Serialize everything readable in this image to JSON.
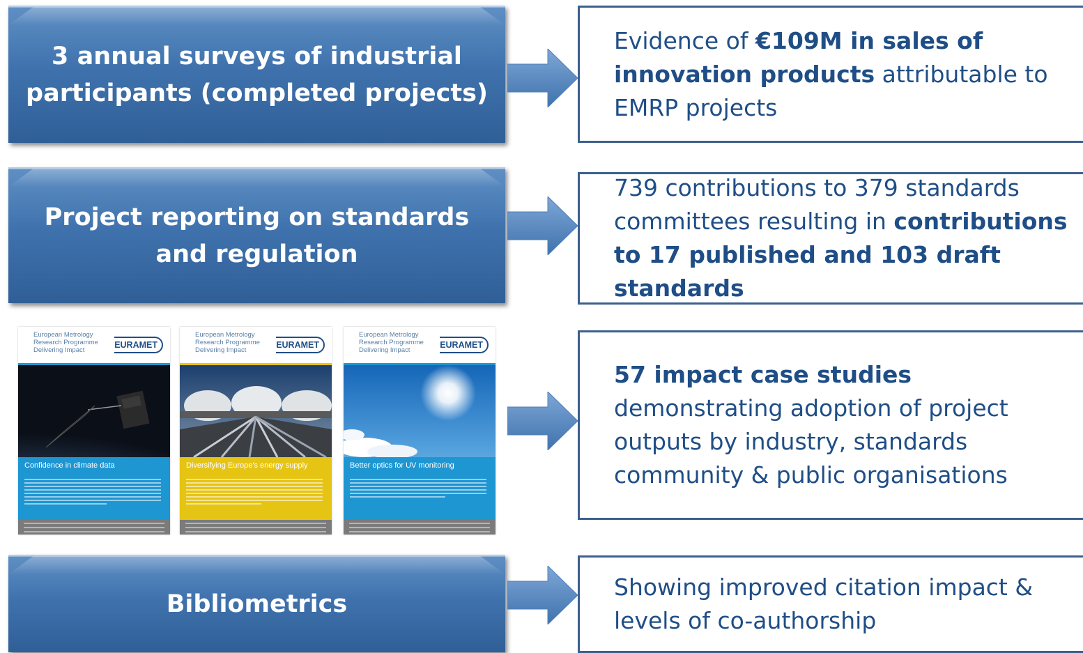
{
  "sources": [
    {
      "text": "3 annual surveys of industrial participants (completed projects)"
    },
    {
      "text": "Project reporting on standards and regulation"
    },
    {
      "text": "Bibliometrics"
    }
  ],
  "results": [
    {
      "parts": [
        "Evidence of ",
        "€109M in sales of innovation products",
        " attributable to EMRP projects"
      ]
    },
    {
      "parts": [
        "739 contributions to 379 standards committees resulting in ",
        "contributions to 17 published and 103 draft standards"
      ]
    },
    {
      "parts": [
        "57 impact case studies",
        " demonstrating adoption of project outputs by industry, standards community & public organisations"
      ]
    },
    {
      "parts": [
        "Showing improved citation impact & levels of co-authorship"
      ]
    }
  ],
  "brochures": [
    {
      "header1": "European Metrology",
      "header2": "Research Programme",
      "header3": "Delivering Impact",
      "logo": "EURAMET",
      "title": "Confidence in climate data",
      "band_color": "#1e96d2"
    },
    {
      "header1": "European Metrology",
      "header2": "Research Programme",
      "header3": "Delivering Impact",
      "logo": "EURAMET",
      "title": "Diversifying Europe's energy supply",
      "band_color": "#e6c414"
    },
    {
      "header1": "European Metrology",
      "header2": "Research Programme",
      "header3": "Delivering Impact",
      "logo": "EURAMET",
      "title": "Better optics for UV monitoring",
      "band_color": "#1e96d2"
    }
  ],
  "colors": {
    "source_fill": "#3f72ad",
    "result_border": "#3c5f8e",
    "result_text": "#1f4e86",
    "arrow_fill": "#5585c0"
  }
}
